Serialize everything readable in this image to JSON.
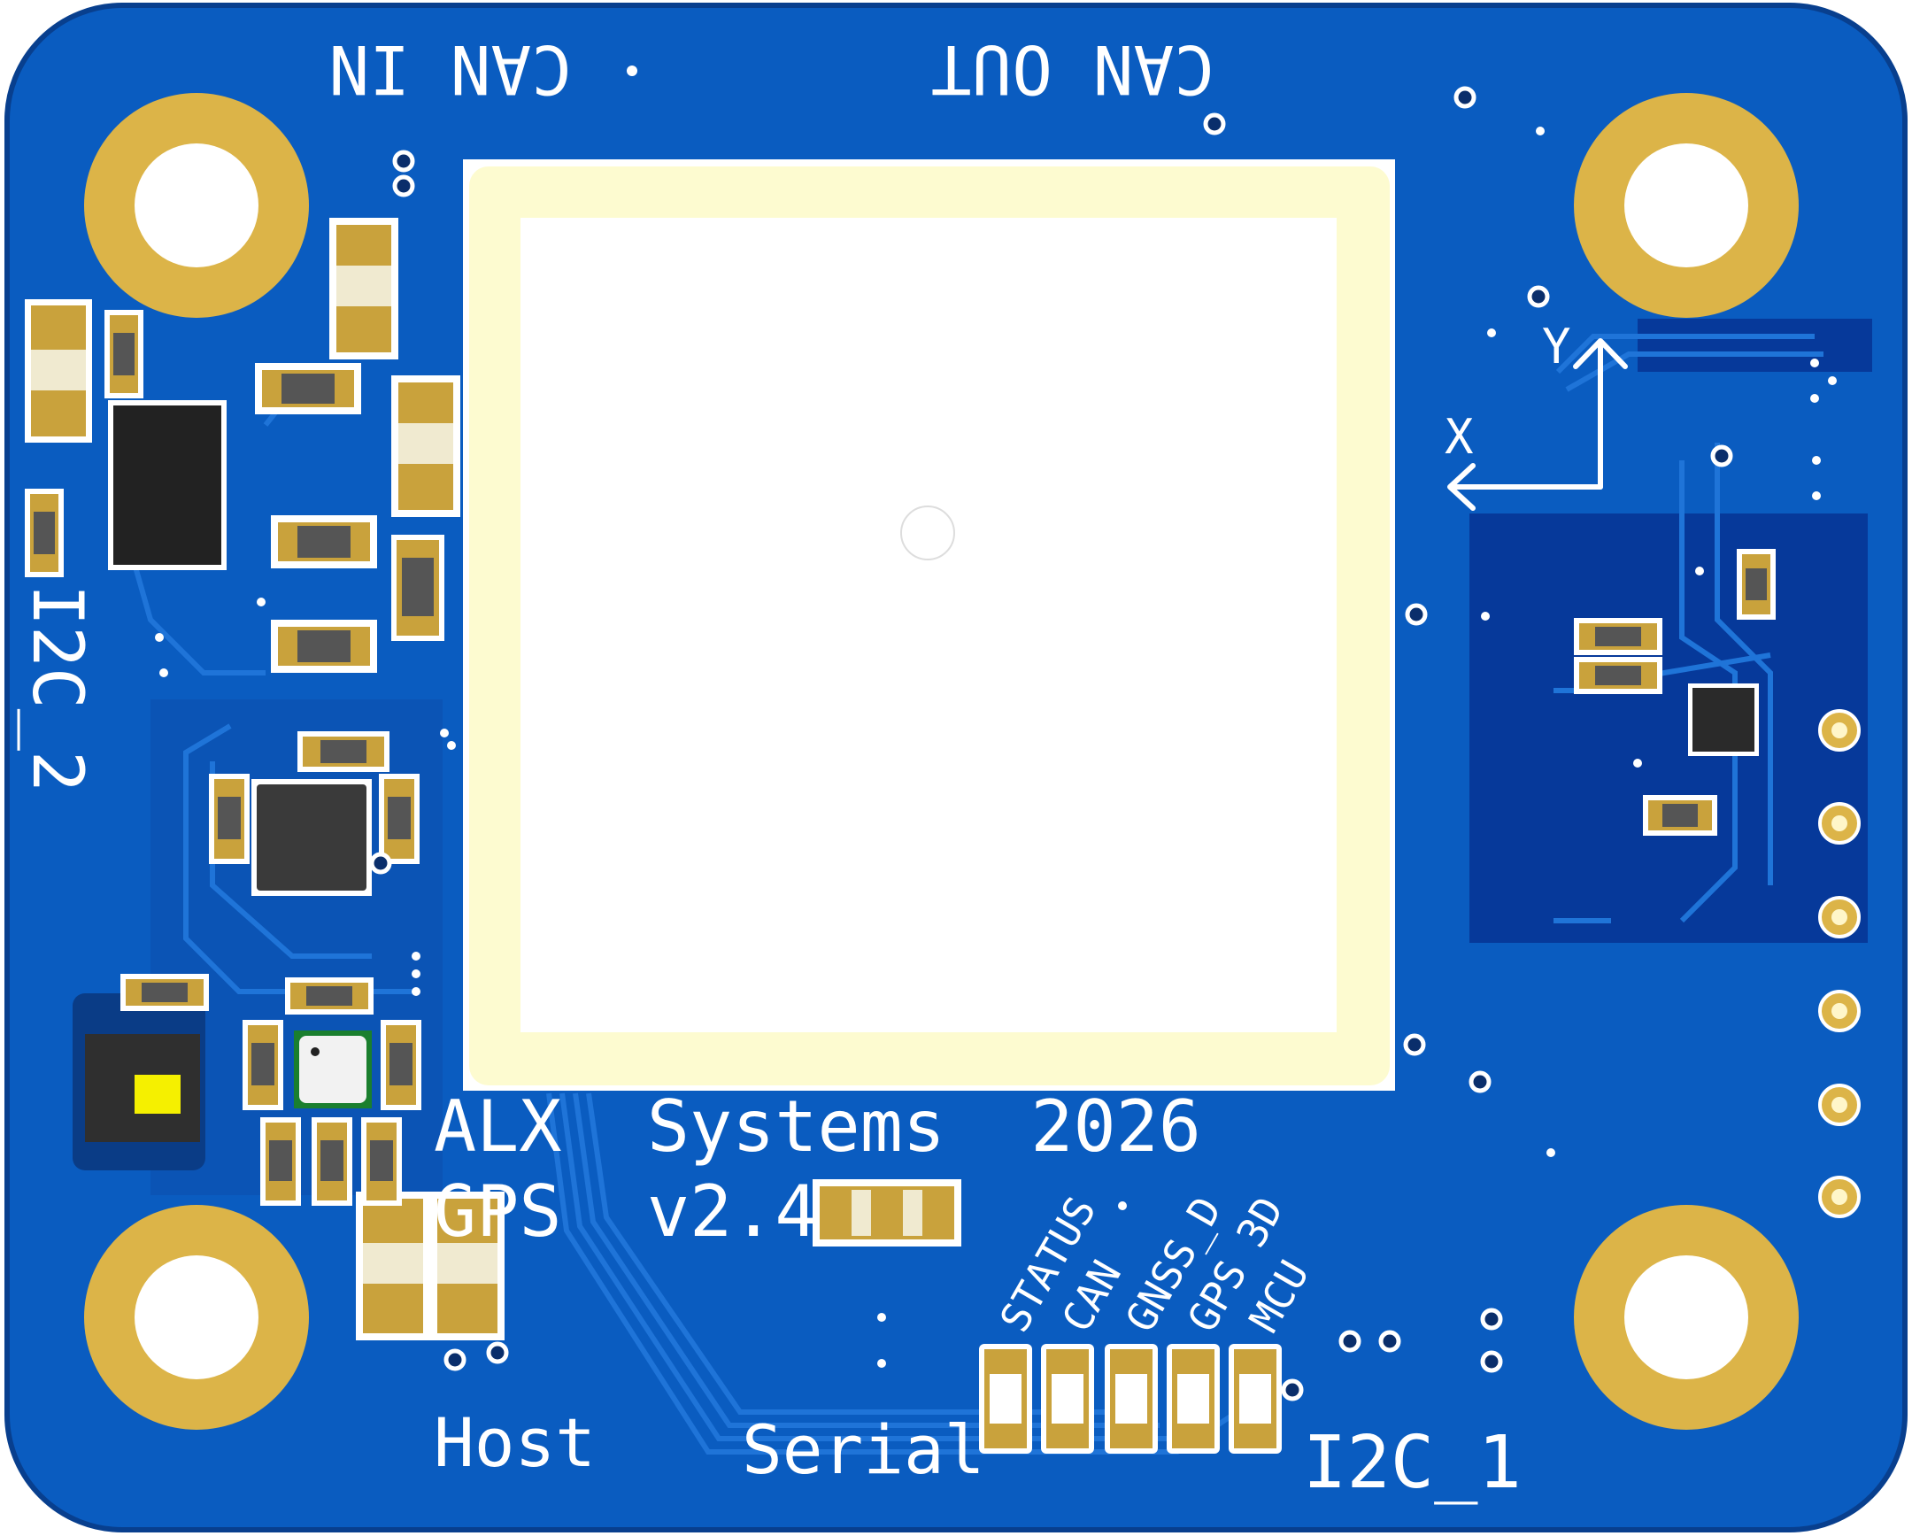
{
  "board": {
    "colors": {
      "substrate": "#0a5cc0",
      "substrate_dark": "#06399a",
      "copper_trace": "#1a6fd1",
      "mounting_hole_gold": "#dcb448",
      "pad_gold": "#c9a23c",
      "silkscreen": "#ffffff",
      "gps_ceramic": "#fdfbd0",
      "chip_black": "#222222",
      "via_dark": "#0a2e6b"
    },
    "labels": {
      "can_in": "CAN IN",
      "can_out": "CAN OUT",
      "i2c_2": "I2C_2",
      "i2c_1": "I2C_1",
      "host": "Host",
      "serial": "Serial",
      "brand_line1": "ALX  Systems  2026",
      "brand_line2": "GPS  v2.4",
      "axis_x": "X",
      "axis_y": "Y"
    },
    "leds": [
      {
        "label": "STATUS"
      },
      {
        "label": "CAN"
      },
      {
        "label": "GNSS_D"
      },
      {
        "label": "GPS 3D"
      },
      {
        "label": "MCU"
      }
    ],
    "icons": {
      "mounting_hole": "mounting-hole-icon",
      "gps_antenna": "gps-antenna-icon",
      "axis": "axis-arrows-icon"
    }
  }
}
